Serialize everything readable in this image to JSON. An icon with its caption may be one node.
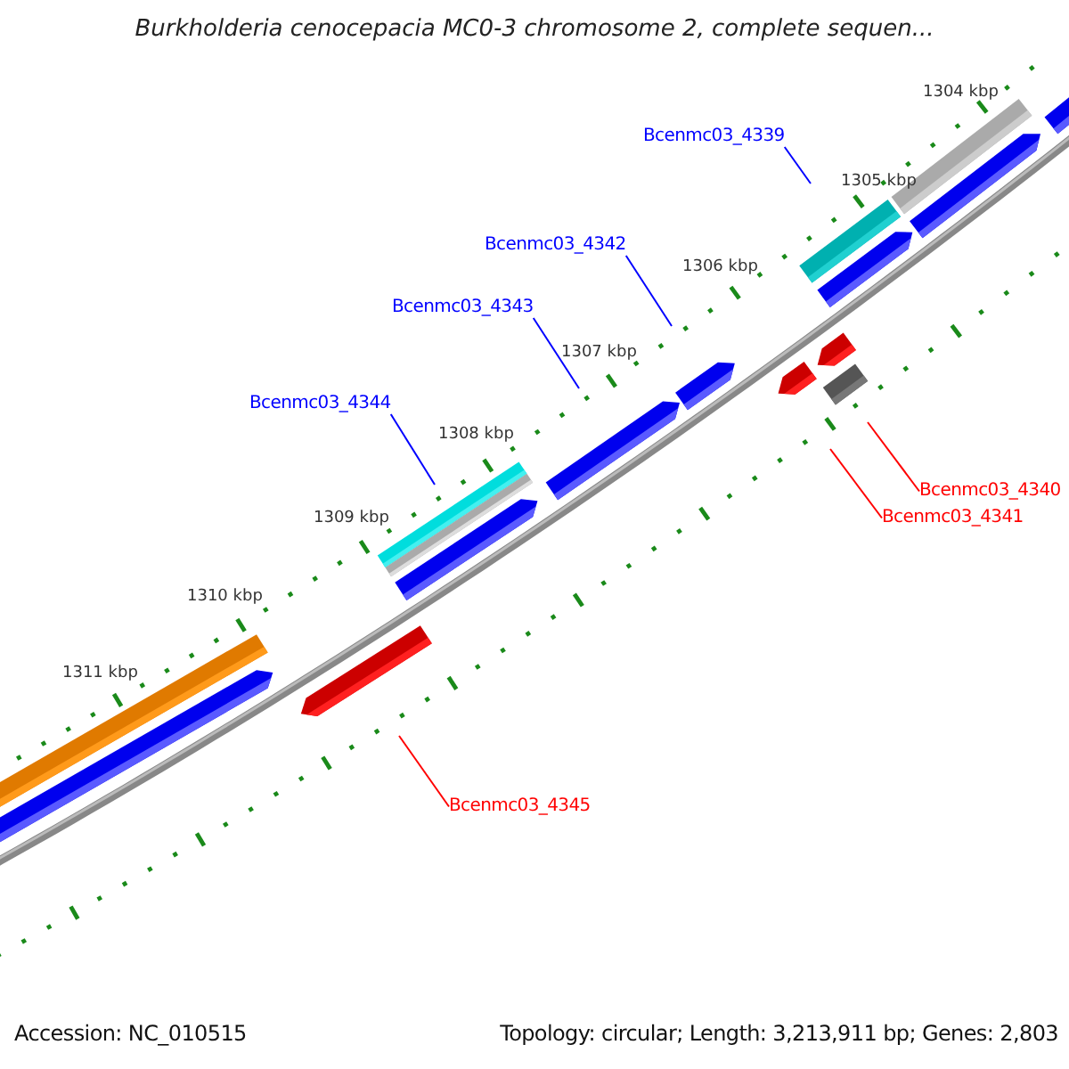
{
  "diagram": {
    "title": "Burkholderia cenocepacia MC0-3 chromosome 2, complete sequen...",
    "nodes": [
      {
        "text": [
          "Bcenmc03_4339"
        ]
      },
      {
        "text": [
          "Bcenmc03_4342"
        ]
      },
      {
        "text": [
          "Bcenmc03_4343"
        ]
      },
      {
        "text": [
          "Bcenmc03_4344"
        ]
      },
      {
        "text": [
          "Bcenmc03_4340"
        ]
      },
      {
        "text": [
          "Bcenmc03_4341"
        ]
      },
      {
        "text": [
          "Bcenmc03_4345"
        ]
      }
    ],
    "edges": [
      {
        "from": 0,
        "to": null,
        "arrow": "none"
      },
      {
        "from": 1,
        "to": null,
        "arrow": "none"
      },
      {
        "from": 2,
        "to": null,
        "arrow": "none"
      },
      {
        "from": 3,
        "to": null,
        "arrow": "none"
      },
      {
        "from": 4,
        "to": null,
        "arrow": "none",
        "color": "#ff0000"
      },
      {
        "from": 5,
        "to": null,
        "arrow": "none",
        "color": "#ff0000"
      },
      {
        "from": 6,
        "to": null,
        "arrow": "none",
        "color": "#ff0000"
      }
    ],
    "labels": [
      "1304 kbp",
      "1305 kbp",
      "1306 kbp",
      "1307 kbp",
      "1308 kbp",
      "1309 kbp",
      "1310 kbp",
      "1311 kbp",
      "Accession: NC_010515",
      "Topology: circular; Length: 3,213,911 bp; Genes: 2,803"
    ]
  }
}
